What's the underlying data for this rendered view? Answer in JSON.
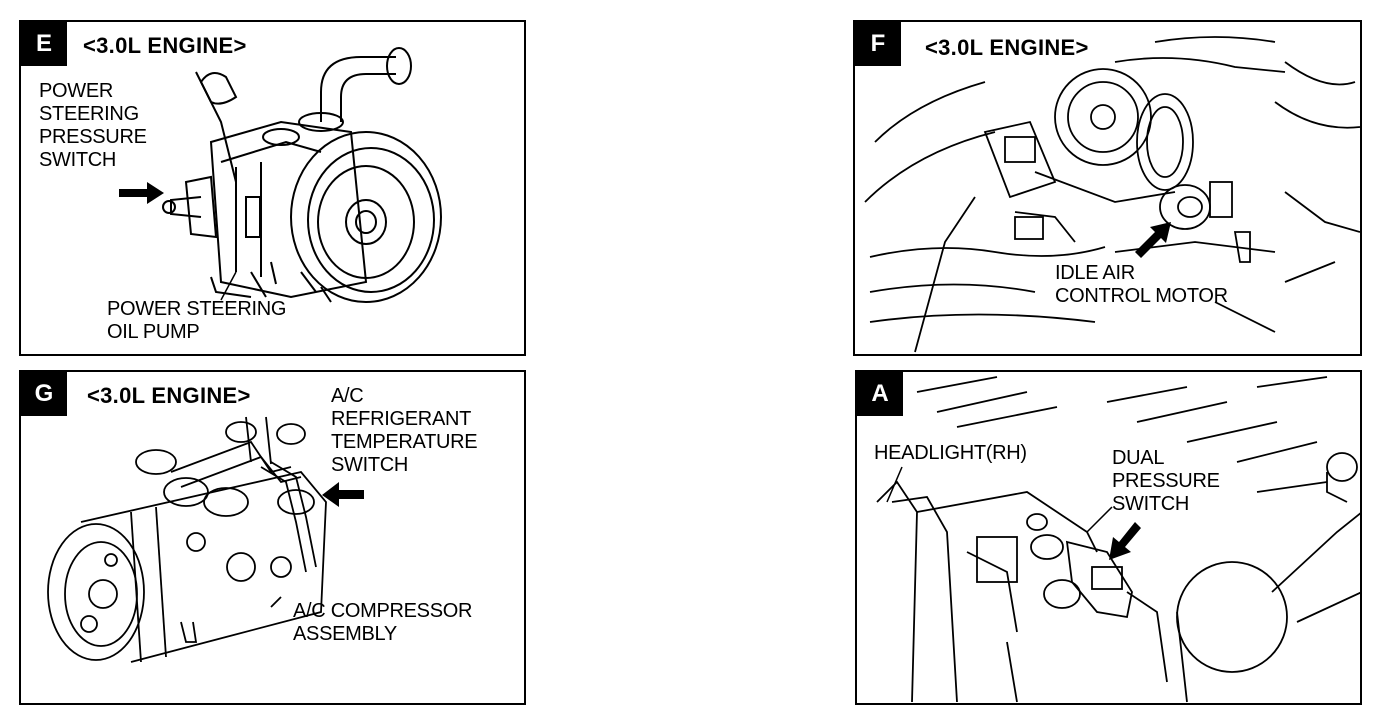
{
  "panels": {
    "e": {
      "badge": "E",
      "engine": "<3.0L  ENGINE>",
      "labels": {
        "pressure_switch": [
          "POWER",
          "STEERING",
          "PRESSURE",
          "SWITCH"
        ],
        "oil_pump": [
          "POWER STEERING",
          "OIL PUMP"
        ]
      }
    },
    "f": {
      "badge": "F",
      "engine": "<3.0L  ENGINE>",
      "labels": {
        "idle_air": [
          "IDLE AIR",
          "CONTROL MOTOR"
        ]
      }
    },
    "g": {
      "badge": "G",
      "engine": "<3.0L  ENGINE>",
      "labels": {
        "refrigerant_switch": [
          "A/C",
          "REFRIGERANT",
          "TEMPERATURE",
          "SWITCH"
        ],
        "compressor": [
          "A/C COMPRESSOR",
          "ASSEMBLY"
        ]
      }
    },
    "a": {
      "badge": "A",
      "labels": {
        "headlight": [
          "HEADLIGHT(RH)"
        ],
        "dual_pressure": [
          "DUAL",
          "PRESSURE",
          "SWITCH"
        ]
      }
    }
  }
}
